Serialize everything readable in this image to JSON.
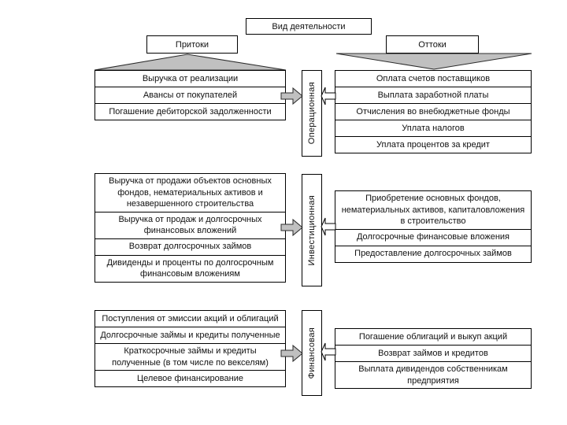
{
  "title": "Вид деятельности",
  "headers": {
    "inflows_label": "Притоки",
    "outflows_label": "Оттоки"
  },
  "colors": {
    "shape_fill": "#c0c0c0",
    "box_fill": "#ffffff",
    "border": "#000000"
  },
  "sections": [
    {
      "id": "operating",
      "activity_label": "Операционная",
      "inflows": [
        "Выручка от реализации",
        "Авансы от покупателей",
        "Погашение дебиторской задолженности"
      ],
      "outflows": [
        "Оплата счетов поставщиков",
        "Выплата заработной платы",
        "Отчисления во внебюджетные фонды",
        "Уплата налогов",
        "Уплата процентов за кредит"
      ]
    },
    {
      "id": "investing",
      "activity_label": "Инвестиционная",
      "inflows": [
        "Выручка от продажи объектов основных фондов, нематериальных активов и незавершенного строительства",
        "Выручка от продаж и долгосрочных финансовых вложений",
        "Возврат долгосрочных займов",
        "Дивиденды и проценты по долгосрочным финансовым вложениям"
      ],
      "outflows": [
        "Приобретение основных фондов, нематериальных активов, капиталовложения в строительство",
        "Долгосрочные финансовые вложения",
        "Предоставление долгосрочных займов"
      ]
    },
    {
      "id": "financing",
      "activity_label": "Финансовая",
      "inflows": [
        "Поступления от эмиссии акций и облигаций",
        "Долгосрочные займы и кредиты полученные",
        "Краткосрочные займы и кредиты полученные (в том числе по векселям)",
        "Целевое финансирование"
      ],
      "outflows": [
        "Погашение облигаций и выкуп акций",
        "Возврат займов и кредитов",
        "Выплата дивидендов собственникам предприятия"
      ]
    }
  ]
}
